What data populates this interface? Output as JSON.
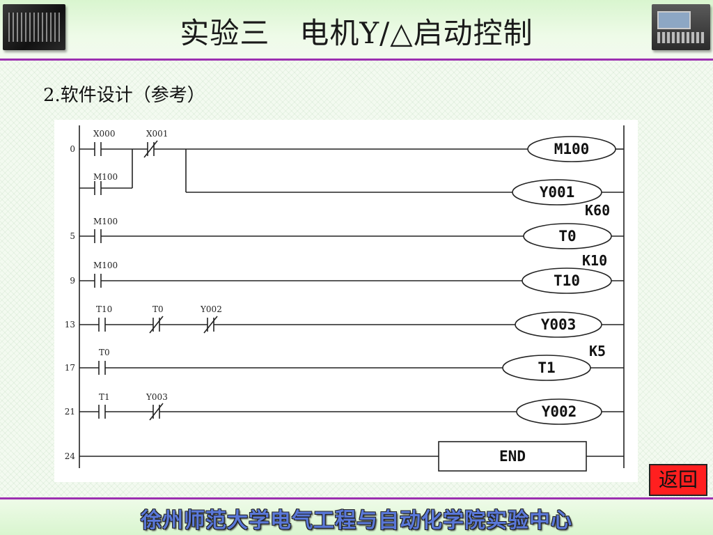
{
  "header": {
    "title": "实验三   电机Y/△启动控制",
    "left_image": "plc-module-image",
    "right_image": "plc-controller-image"
  },
  "section": {
    "subtitle": "2.软件设计（参考）"
  },
  "ladder": {
    "rungs": [
      {
        "number": "0",
        "contacts": [
          {
            "label": "X000",
            "type": "NO"
          },
          {
            "label": "X001",
            "type": "NC"
          }
        ],
        "branch_contact": {
          "label": "M100",
          "type": "NO"
        },
        "coils": [
          {
            "label": "M100"
          },
          {
            "label": "Y001"
          }
        ]
      },
      {
        "number": "5",
        "contacts": [
          {
            "label": "M100",
            "type": "NO"
          }
        ],
        "coils": [
          {
            "label": "T0",
            "preset": "K60"
          }
        ]
      },
      {
        "number": "9",
        "contacts": [
          {
            "label": "M100",
            "type": "NO"
          }
        ],
        "coils": [
          {
            "label": "T10",
            "preset": "K10"
          }
        ]
      },
      {
        "number": "13",
        "contacts": [
          {
            "label": "T10",
            "type": "NO"
          },
          {
            "label": "T0",
            "type": "NC"
          },
          {
            "label": "Y002",
            "type": "NC"
          }
        ],
        "coils": [
          {
            "label": "Y003"
          }
        ]
      },
      {
        "number": "17",
        "contacts": [
          {
            "label": "T0",
            "type": "NO"
          }
        ],
        "coils": [
          {
            "label": "T1",
            "preset": "K5"
          }
        ]
      },
      {
        "number": "21",
        "contacts": [
          {
            "label": "T1",
            "type": "NO"
          },
          {
            "label": "Y003",
            "type": "NC"
          }
        ],
        "coils": [
          {
            "label": "Y002"
          }
        ]
      },
      {
        "number": "24",
        "contacts": [],
        "end_label": "END"
      }
    ]
  },
  "nav": {
    "return_label": "返回"
  },
  "footer": {
    "text": "徐州师范大学电气工程与自动化学院实验中心"
  },
  "colors": {
    "accent_line": "#9c2fb0",
    "return_button": "#ff1f1f",
    "footer_text": "#5a78d8",
    "header_band": "#d9f5cf"
  }
}
